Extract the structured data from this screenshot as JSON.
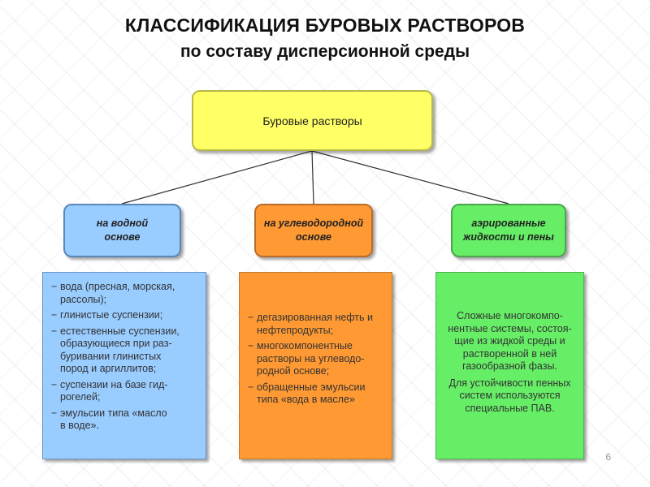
{
  "title": {
    "line1": "КЛАССИФИКАЦИЯ БУРОВЫХ РАСТВОРОВ",
    "line2": "по составу дисперсионной среды"
  },
  "root": {
    "label": "Буровые растворы",
    "color": "#ffff66"
  },
  "categories": [
    {
      "id": "water",
      "label": "на водной\nоснове",
      "color": "#99ccff",
      "items": [
        "вода (пресная, морская,\nрассолы);",
        "глинистые суспензии;",
        "естественные суспензии,\nобразующиеся при раз-\nбуривании глинистых\nпород и аргиллитов;",
        "суспензии на базе гид-\nрогелей;",
        "эмульсии типа «масло\nв воде»."
      ]
    },
    {
      "id": "hydro",
      "label": "на углеводородной\nоснове",
      "color": "#ff9933",
      "items": [
        "дегазированная нефть и\nнефтепродукты;",
        "многокомпонентные\nрастворы на углеводо-\nродной основе;",
        "обращенные эмульсии\nтипа «вода в масле»"
      ]
    },
    {
      "id": "aero",
      "label": "аэрированные\nжидкости и пены",
      "color": "#66ee66",
      "paragraphs": [
        "Сложные многокомпо-\nнентные системы, состоя-\nщие из жидкой среды и\nрастворенной в ней\nгазообразной фазы.",
        "Для устойчивости пенных\nсистем используются\nспециальные ПАВ."
      ]
    }
  ],
  "bullet_glyph": "−",
  "page_number": "6"
}
